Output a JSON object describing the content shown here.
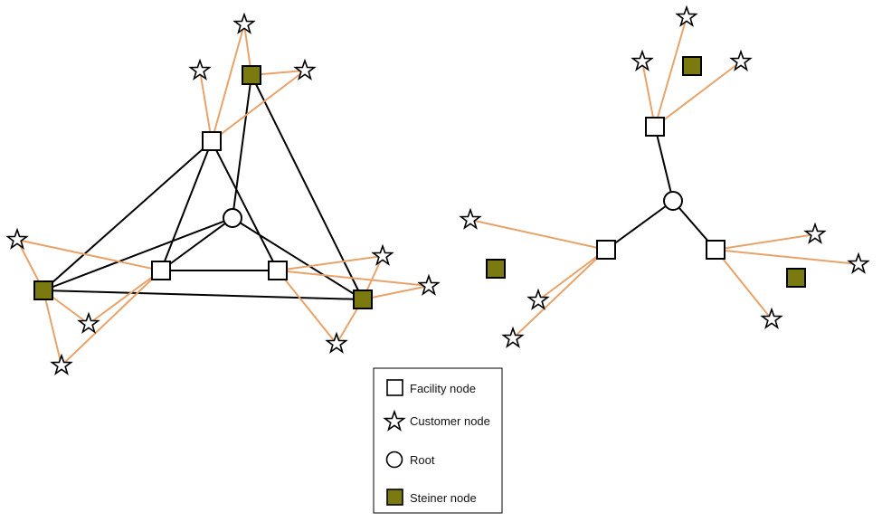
{
  "legend": {
    "facility_label": "Facility node",
    "customer_label": "Customer node",
    "root_label": "Root",
    "steiner_label": "Steiner node"
  },
  "colors": {
    "black_edge": "#000000",
    "orange_edge": "#e8a36a",
    "steiner_fill": "#7a7a10",
    "node_fill": "#ffffff"
  },
  "icons": {
    "facility": "square-icon",
    "customer": "star-icon",
    "root": "circle-icon",
    "steiner": "filled-square-icon"
  }
}
